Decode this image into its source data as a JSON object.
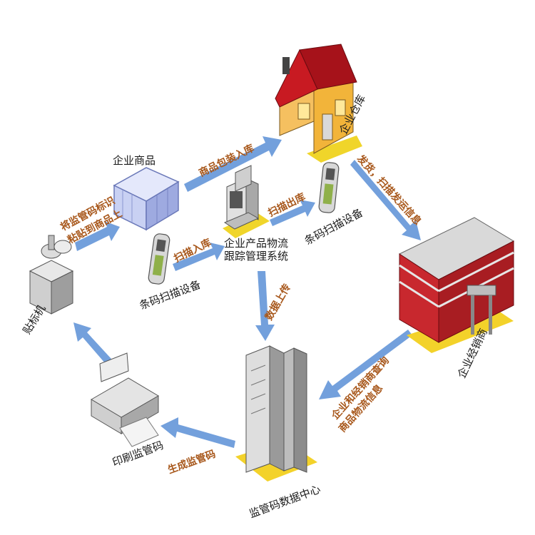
{
  "nodes": {
    "goods": "企业商品",
    "warehouse": "企业仓库",
    "system_line1": "企业产品物流",
    "system_line2": "跟踪管理系统",
    "scanner_left": "条码扫描设备",
    "scanner_right": "条码扫描设备",
    "labeler": "贴标机",
    "distributor": "企业经销商",
    "printer": "印刷监管码",
    "datacenter": "监管码数据中心"
  },
  "arrows": {
    "attach_line1": "将监管码标识",
    "attach_line2": "粘贴到商品上",
    "pack_in": "商品包装入库",
    "scan_out": "扫描出库",
    "scan_in": "扫描入库",
    "ship_line1": "发货，扫描发运信息",
    "upload": "数据上传",
    "query_line1": "企业和经销商查询",
    "query_line2": "商品物流信息",
    "generate": "生成监管码"
  },
  "colors": {
    "arrow_blue": "#5b8fd6",
    "label_brown": "#a8581c",
    "roof_red": "#b0161d",
    "house_yellow": "#f2b43a",
    "building_red": "#c8282e",
    "shadow_yellow": "#f3d22a"
  }
}
